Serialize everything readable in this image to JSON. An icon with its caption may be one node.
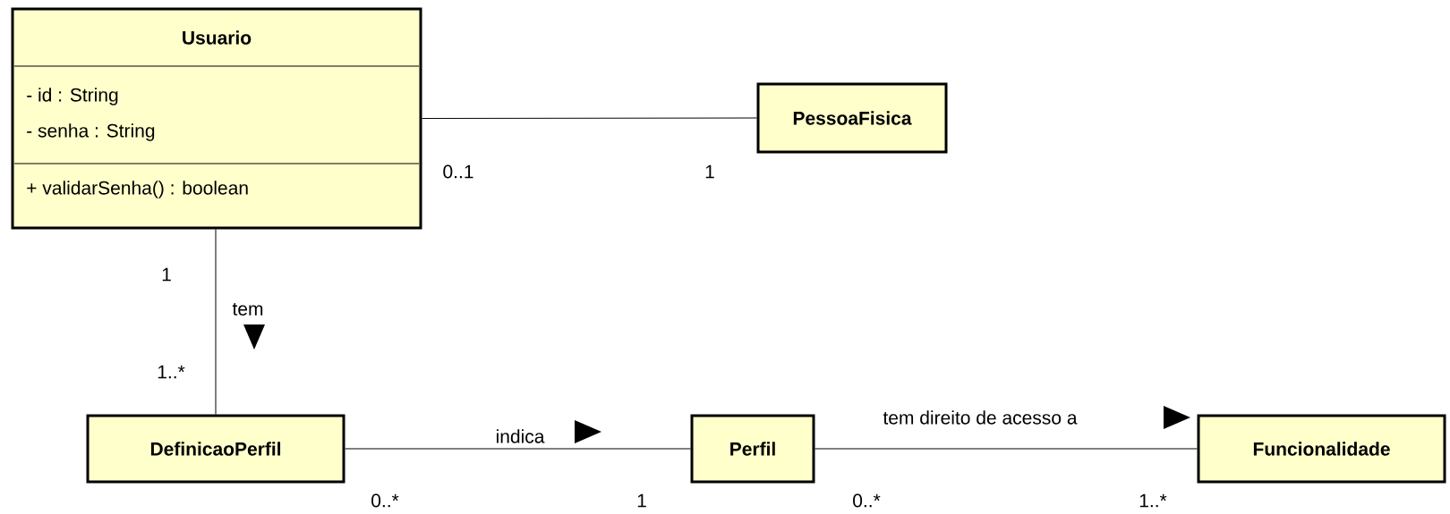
{
  "diagram": {
    "nodes": [
      {
        "text": [
          "Usuario",
          "- id : String",
          "- senha : String",
          "+ validarSenha() : boolean"
        ]
      },
      {
        "text": [
          "PessoaFisica"
        ]
      },
      {
        "text": [
          "DefinicaoPerfil"
        ]
      },
      {
        "text": [
          "Perfil"
        ]
      },
      {
        "text": [
          "Funcionalidade"
        ]
      }
    ],
    "edges": [
      {
        "from": 0,
        "to": 1,
        "arrow": "none"
      },
      {
        "from": 0,
        "to": 2,
        "arrow": "none",
        "label": "tem"
      },
      {
        "from": 2,
        "to": 3,
        "arrow": "none",
        "label": "indica"
      },
      {
        "from": 3,
        "to": 4,
        "arrow": "none",
        "label": "tem direito de acesso a"
      }
    ],
    "labels": [
      "0..1",
      "1",
      "1",
      "1..*",
      "0..*",
      "1",
      "0..*",
      "1..*"
    ]
  }
}
